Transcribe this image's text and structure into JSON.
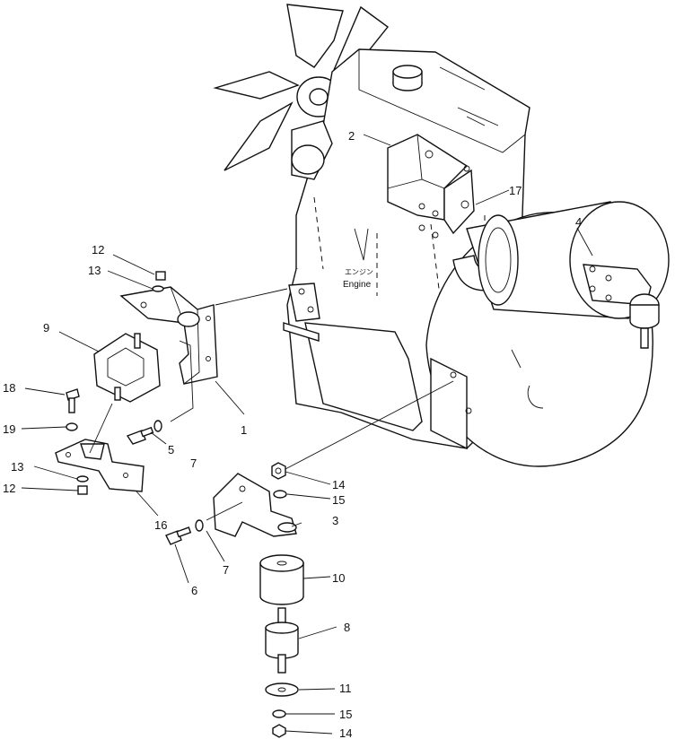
{
  "engine_label": {
    "jp": "エンジン",
    "en": "Engine"
  },
  "callouts": {
    "c1": "1",
    "c2": "2",
    "c3": "3",
    "c4": "4",
    "c5": "5",
    "c6": "6",
    "c7a": "7",
    "c7b": "7",
    "c8": "8",
    "c9": "9",
    "c10": "10",
    "c11": "11",
    "c12a": "12",
    "c12b": "12",
    "c13a": "13",
    "c13b": "13",
    "c14a": "14",
    "c14b": "14",
    "c15a": "15",
    "c15b": "15",
    "c16": "16",
    "c17": "17",
    "c18": "18",
    "c19": "19"
  }
}
